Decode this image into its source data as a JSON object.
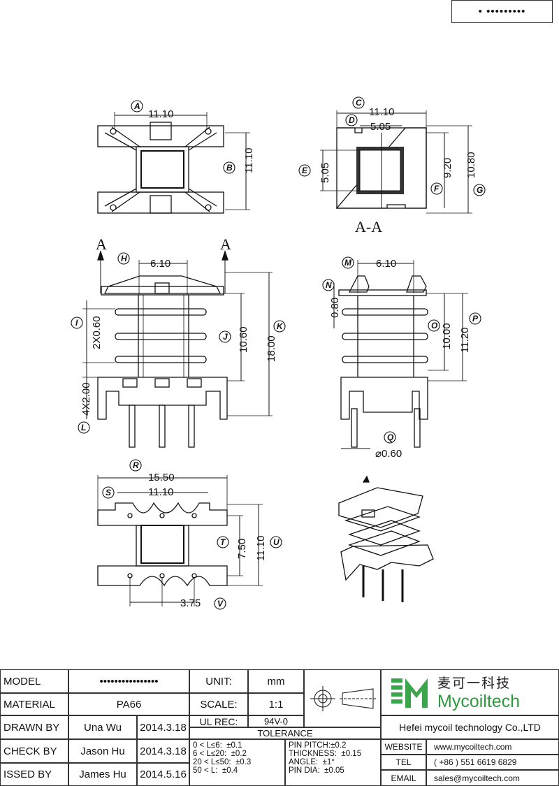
{
  "header": {
    "code": "• •••••••••"
  },
  "sheet": {
    "section_label": "A-A",
    "section_arrow": "A"
  },
  "dims": {
    "a": "11.10",
    "b": "11.10",
    "c": "11.10",
    "d": "5.05",
    "e": "5.05",
    "f": "9.20",
    "g": "10.80",
    "h": "6.10",
    "i": "2X0.60",
    "j": "10.60",
    "k": "18.00",
    "l": "4X2.00",
    "m": "6.10",
    "n": "0.80",
    "o": "10.00",
    "p": "11.20",
    "q": "⌀0.60",
    "r": "15.50",
    "s": "11.10",
    "t": "7.50",
    "u": "11.10",
    "v": "3.75"
  },
  "callouts": [
    "A",
    "B",
    "C",
    "D",
    "E",
    "F",
    "G",
    "H",
    "I",
    "J",
    "K",
    "L",
    "M",
    "N",
    "O",
    "P",
    "Q",
    "R",
    "S",
    "T",
    "U",
    "V"
  ],
  "titleblock": {
    "model_label": "MODEL",
    "model_value": "••••••••••••••••",
    "material_label": "MATERIAL",
    "material_value": "PA66",
    "drawn_label": "DRAWN BY",
    "drawn_name": "Una Wu",
    "drawn_date": "2014.3.18",
    "check_label": "CHECK BY",
    "check_name": "Jason Hu",
    "check_date": "2014.3.18",
    "issued_label": "ISSED BY",
    "issued_name": "James Hu",
    "issued_date": "2014.5.16",
    "unit_label": "UNIT:",
    "unit_value": "mm",
    "scale_label": "SCALE:",
    "scale_value": "1:1",
    "ulrec_label": "UL REC:",
    "ulrec_value": "94V-0",
    "tolerance_label": "TOLERANCE",
    "tol_left": "0 < L≤6:  ±0.1\n6 < L≤20:  ±0.2\n20 < L≤50:  ±0.3\n50 < L:  ±0.4",
    "tol_right": "PIN PITCH:±0.2\nTHICKNESS:  ±0.15\nANGLE:  ±1°\nPIN DIA:  ±0.05",
    "logo_cn": "麦可一科技",
    "logo_en": "Mycoiltech",
    "company": "Hefei mycoil technology Co.,LTD",
    "website_label": "WEBSITE",
    "website_value": "www.mycoiltech.com",
    "tel_label": "TEL",
    "tel_value": "( +86 ) 551 6619 6829",
    "email_label": "EMAIL",
    "email_value": "sales@mycoiltech.com"
  }
}
